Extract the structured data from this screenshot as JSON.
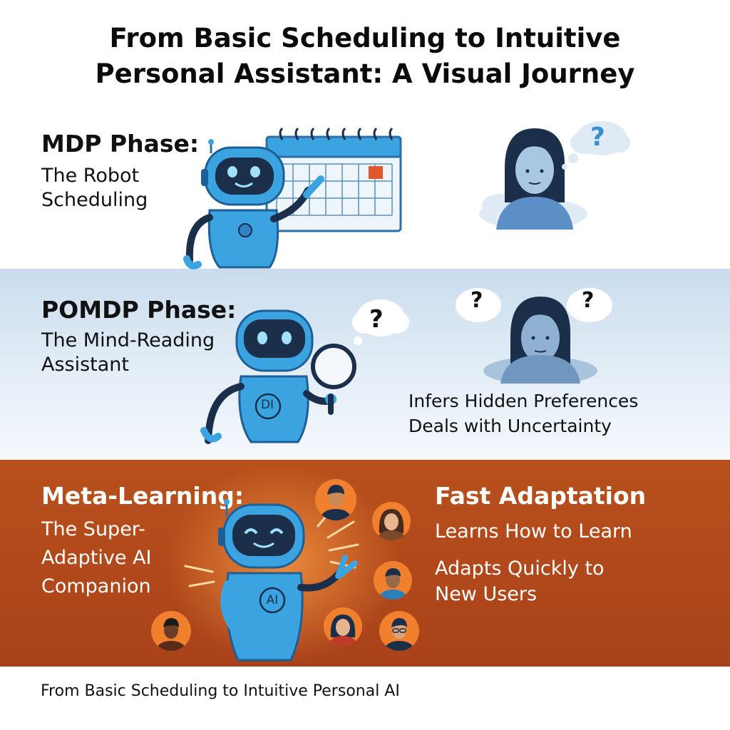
{
  "title": {
    "line1": "From Basic Scheduling to Intuitive",
    "line2": "Personal Assistant: A Visual Journey"
  },
  "sections": [
    {
      "heading": "MDP Phase:",
      "sub_line1": "The Robot",
      "sub_line2": "Scheduling"
    },
    {
      "heading": "POMDP Phase:",
      "sub_line1": "The Mind-Reading",
      "sub_line2": "Assistant",
      "robot_badge": "DI",
      "notes": [
        "Infers Hidden Preferences",
        "Deals with Uncertainty"
      ]
    },
    {
      "heading": "Meta-Learning:",
      "sub_line1": "The Super-",
      "sub_line2": "Adaptive AI",
      "sub_line3": "Companion",
      "robot_badge": "AI",
      "right_heading": "Fast Adaptation",
      "notes": [
        "Learns How to Learn",
        "Adapts Quickly to",
        "New Users"
      ]
    }
  ],
  "question_mark": "?",
  "footer": "From Basic Scheduling to Intuitive Personal AI",
  "colors": {
    "robot_blue": "#3aa3e0",
    "robot_dark": "#1b2f4a",
    "band_orange": "#b0481b",
    "band_blue": "#d4e4f2",
    "calendar_highlight": "#e2572b"
  }
}
